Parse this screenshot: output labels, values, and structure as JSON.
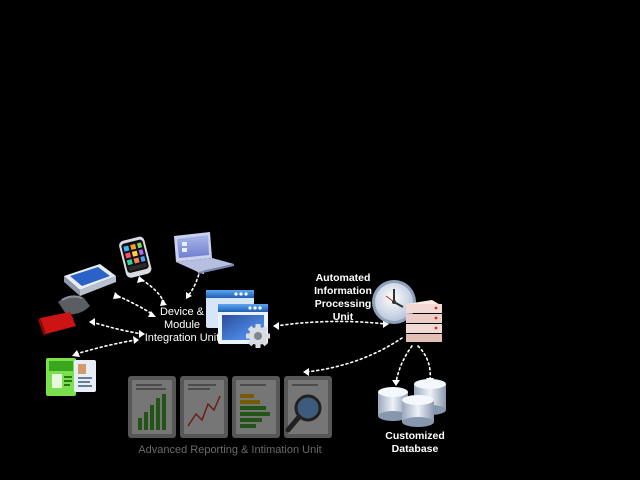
{
  "diagram": {
    "nodes": {
      "device_integration": "Device & Module Integration Unit",
      "automated_processing": "Automated Information Processing Unit",
      "reporting": "Advanced Reporting & Intimation Unit",
      "database": "Customized Database"
    },
    "label_lines": {
      "device_line1": "Device &",
      "device_line2": "Module",
      "device_line3": "Integration Unit",
      "auto_line1": "Automated",
      "auto_line2": "Information",
      "auto_line3": "Processing",
      "auto_line4": "Unit",
      "db_line1": "Customized",
      "db_line2": "Database",
      "reporting_caption": "Advanced Reporting & Intimation Unit"
    },
    "devices": [
      "scanner-icon",
      "smartphone-icon",
      "laptop-icon",
      "barcode-scanner-icon",
      "id-card-icon"
    ],
    "reports": [
      "bar-chart-report-icon",
      "line-chart-report-icon",
      "horizontal-bar-report-icon",
      "magnifier-report-icon"
    ],
    "colors": {
      "background": "#000000",
      "connector": "#ffffff",
      "label": "#ffffff",
      "caption": "#6a6a6a",
      "window_blue": "#2f7fd8",
      "database_silver": "#c8d2e0",
      "server_pink": "#f3d9d3"
    }
  }
}
